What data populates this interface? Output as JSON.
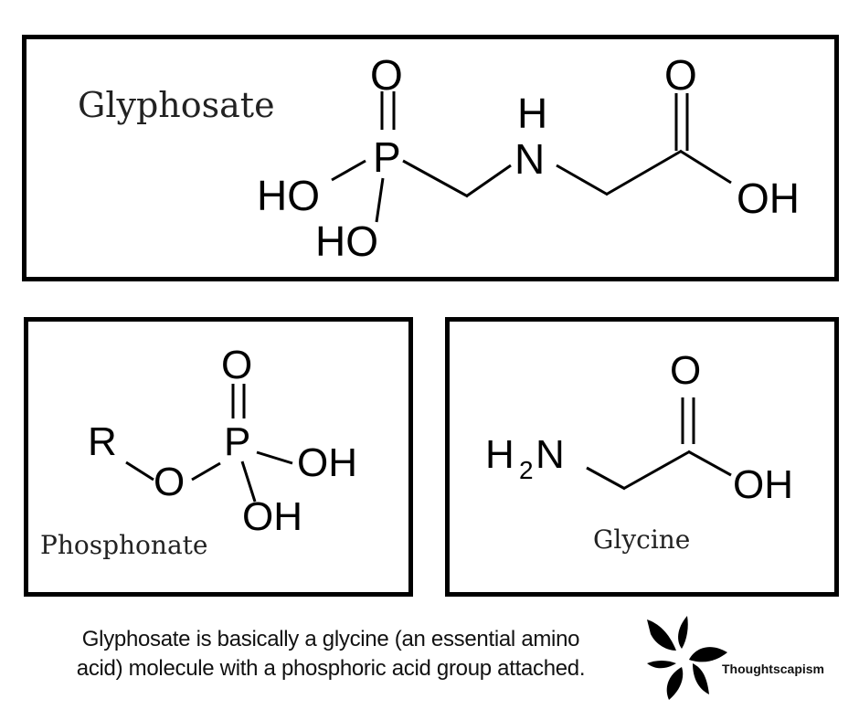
{
  "panels": {
    "glyphosate": {
      "title": "Glyphosate",
      "atoms": {
        "o_top_p": "O",
        "p": "P",
        "h_n": "H",
        "n": "N",
        "o_top_c": "O",
        "ho_left": "HO",
        "ho_bottom": "HO",
        "oh_right": "OH"
      }
    },
    "phosphonate": {
      "title": "Phosphonate",
      "atoms": {
        "r": "R",
        "o_ester": "O",
        "o_top": "O",
        "p": "P",
        "oh_right": "OH",
        "oh_bottom": "OH"
      }
    },
    "glycine": {
      "title": "Glycine",
      "atoms": {
        "h": "H",
        "sub2": "2",
        "n": "N",
        "o_top": "O",
        "oh": "OH"
      }
    }
  },
  "caption": {
    "line1": "Glyphosate is basically a glycine (an essential amino",
    "line2": "acid) molecule with a phosphoric acid group attached."
  },
  "brand": {
    "name": "Thoughtscapism",
    "logo_icon": "flower-logo-icon"
  }
}
